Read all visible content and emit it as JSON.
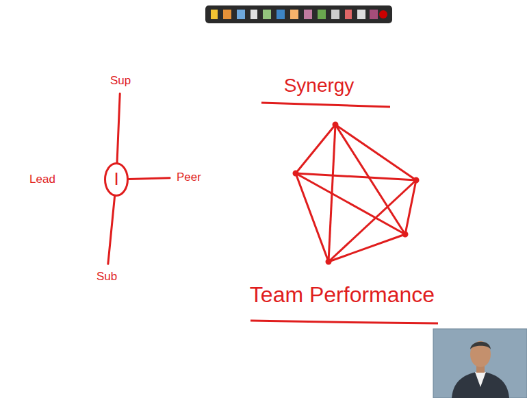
{
  "diagram": {
    "nodes": [
      {
        "text": [
          "I"
        ]
      },
      {
        "text": [
          "Sup"
        ]
      },
      {
        "text": [
          "Peer"
        ]
      },
      {
        "text": [
          "Sub"
        ]
      }
    ],
    "edges": [
      {
        "from": 0,
        "to": 1,
        "arrow": "none"
      },
      {
        "from": 0,
        "to": 2,
        "arrow": "none"
      },
      {
        "from": 0,
        "to": 3,
        "arrow": "none"
      }
    ],
    "labels": [
      "Lead",
      "Synergy",
      "Team Performance"
    ]
  }
}
